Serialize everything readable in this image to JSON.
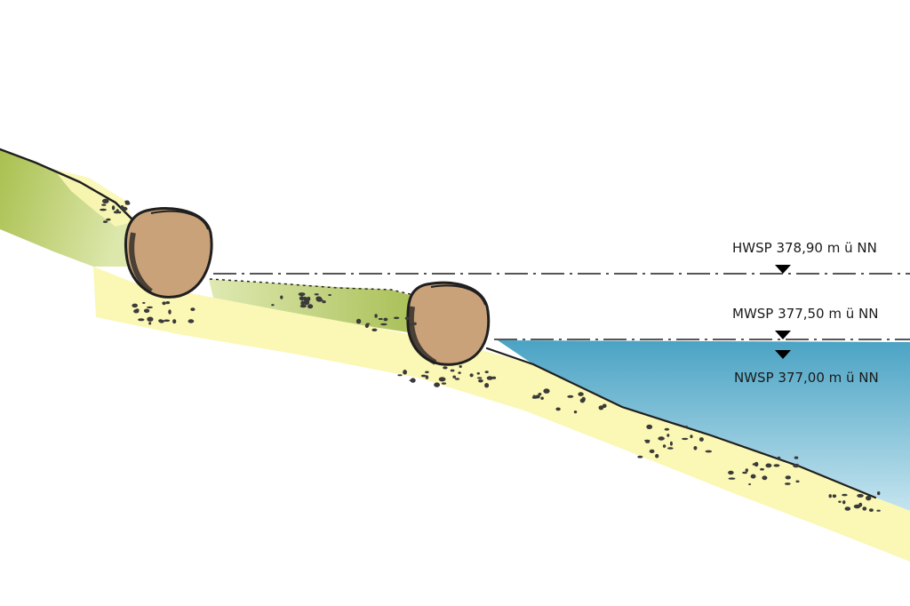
{
  "water_levels": [
    {
      "label": "HWSP 378,90 m ü NN"
    },
    {
      "label": "MWSP 377,50 m ü NN"
    },
    {
      "label": "NWSP 377,00 m ü NN"
    }
  ],
  "colors": {
    "water_top": "#4aa3c4",
    "water_bottom": "#bfe2ee",
    "gravel_fill": "#fbf7b4",
    "vegetation_dark": "#a9c04f",
    "vegetation_light": "#d9e6a6",
    "boulder_fill": "#c9a27a",
    "outline": "#1f1f1f"
  }
}
